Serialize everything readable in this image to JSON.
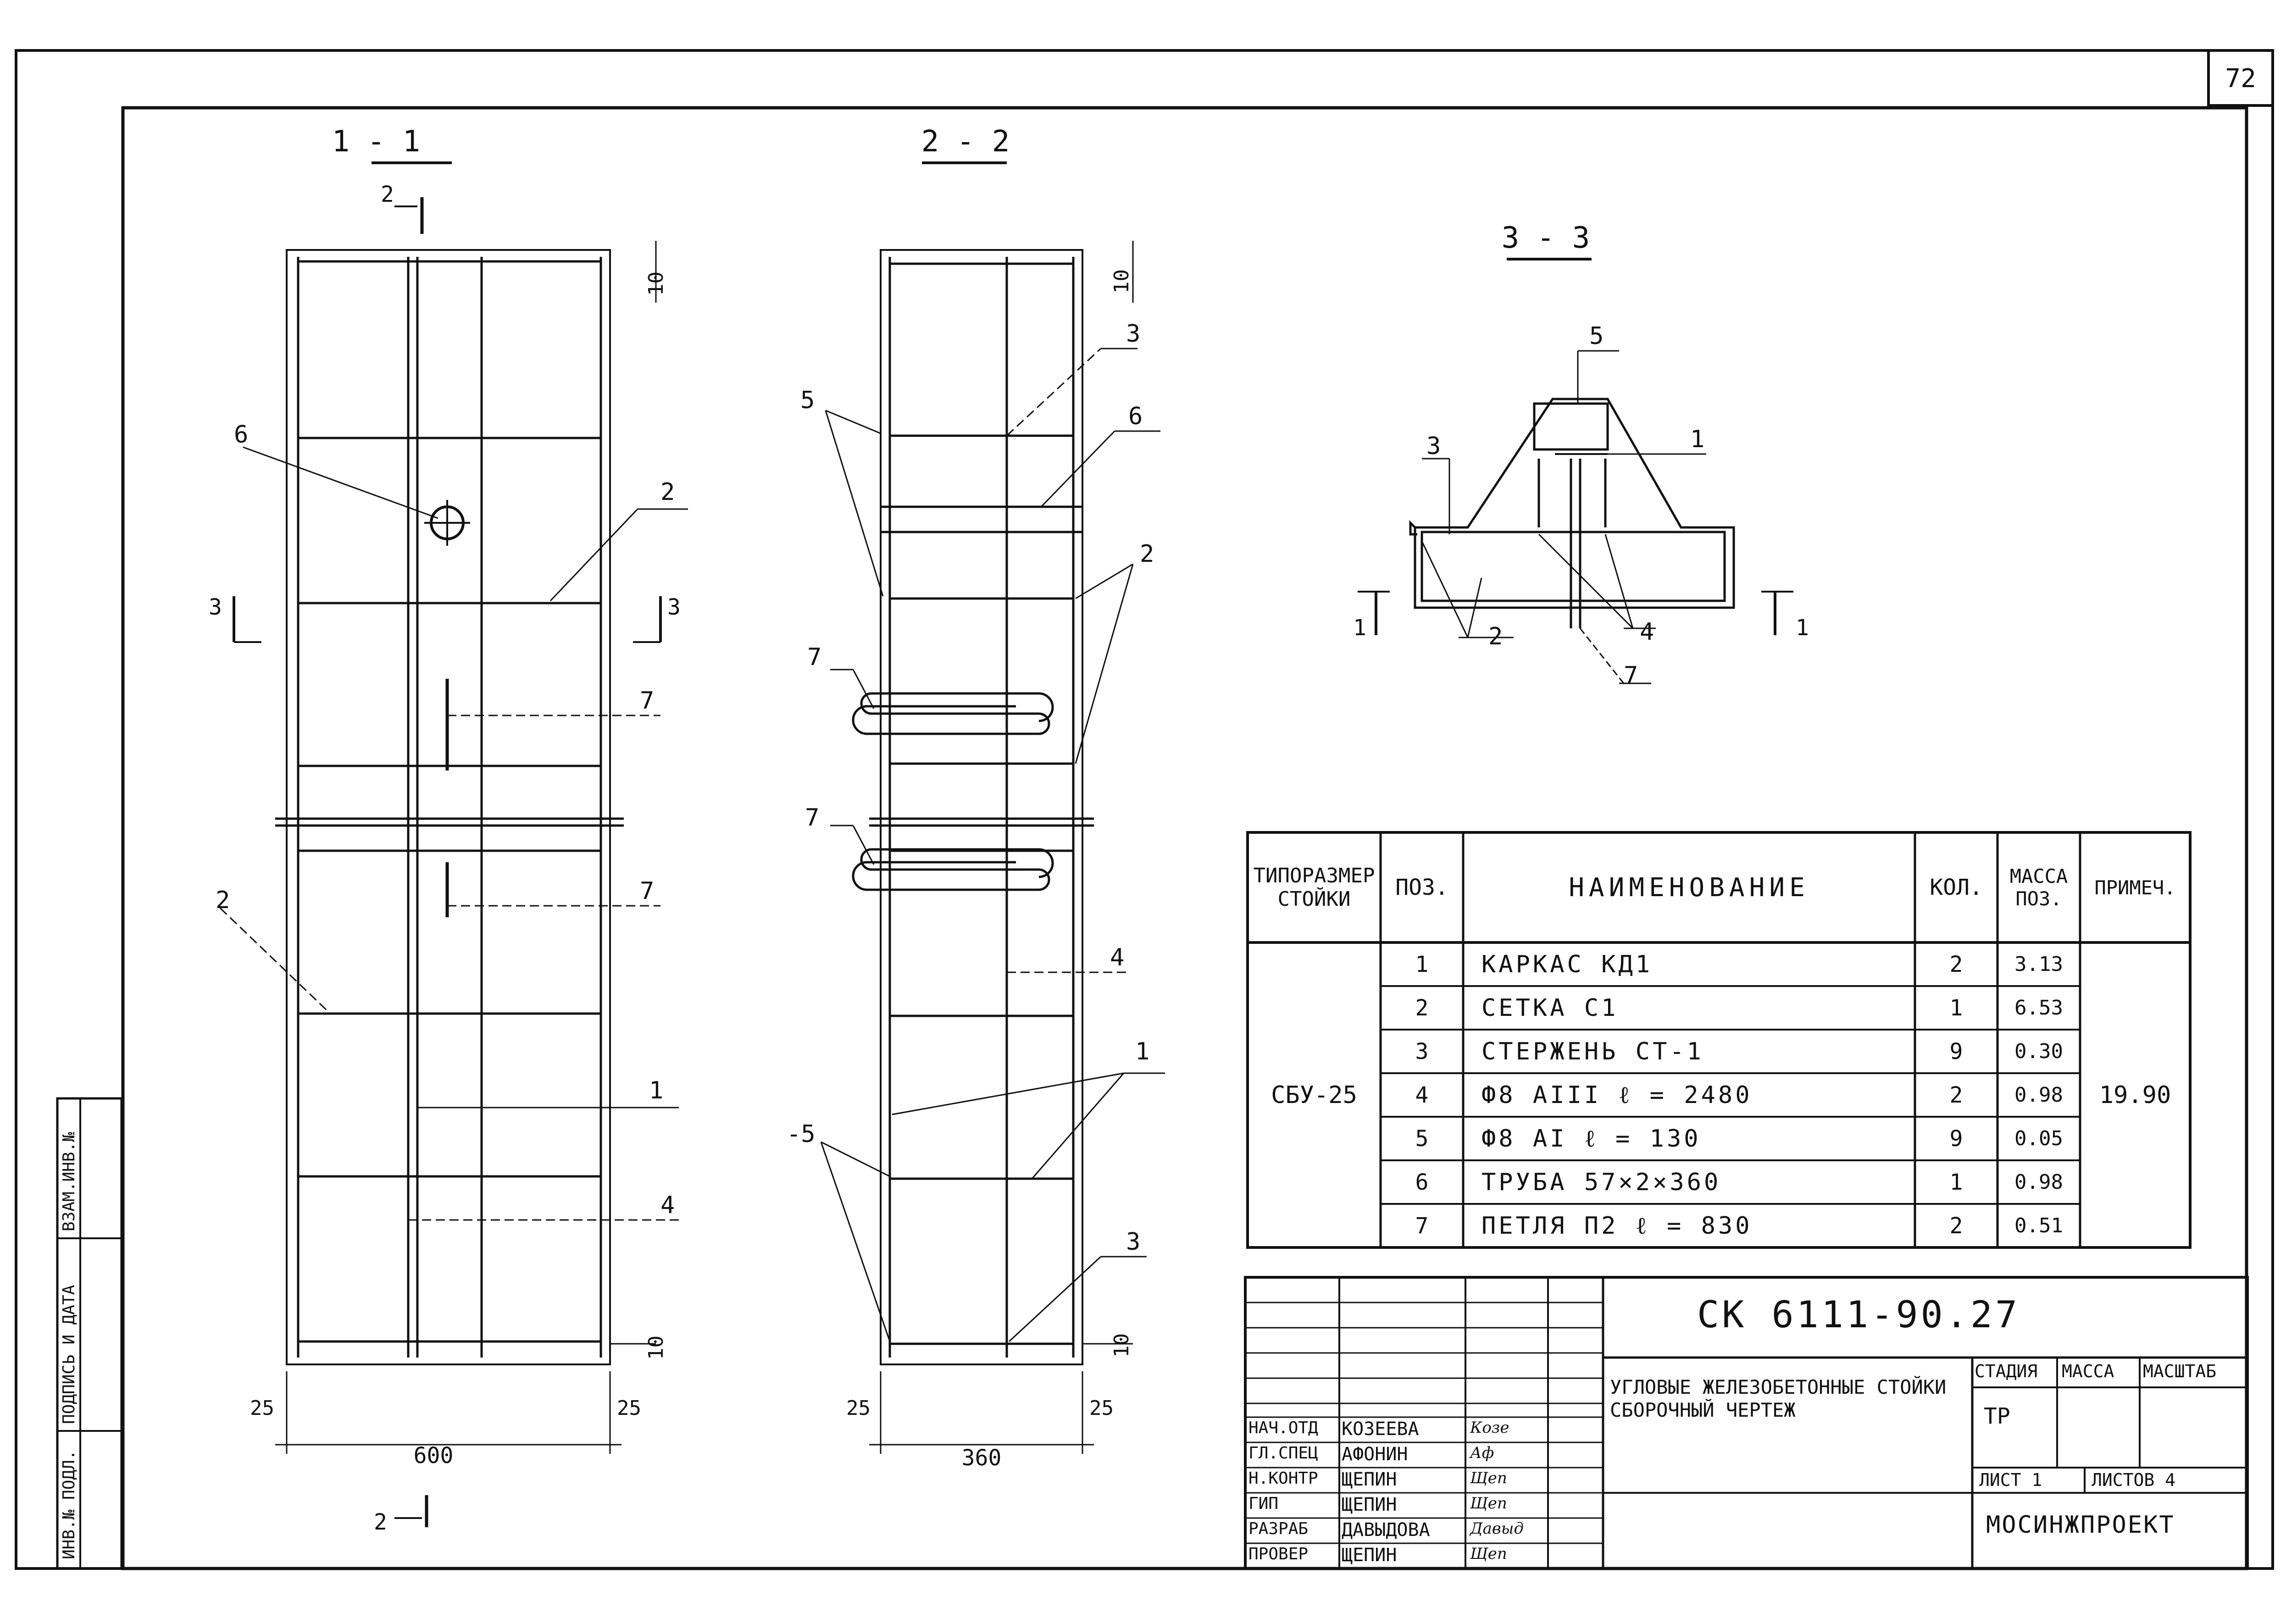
{
  "sheet_number": "72",
  "sections": {
    "s11": "1 - 1",
    "s22": "2 - 2",
    "s33": "3 - 3"
  },
  "view1": {
    "cut_top": "2",
    "cut_bottom": "2",
    "cut_left": "3",
    "cut_right": "3",
    "callouts": [
      "6",
      "2",
      "7",
      "2",
      "7",
      "1",
      "4"
    ],
    "dim_top": "10",
    "dim_bottom": "10",
    "dim_left": "25",
    "dim_right": "25",
    "dim_width": "600"
  },
  "view2": {
    "callouts": [
      "3",
      "5",
      "6",
      "2",
      "7",
      "7",
      "4",
      "1",
      "-5",
      "3"
    ],
    "dim_top": "10",
    "dim_bottom": "10",
    "dim_left": "25",
    "dim_right": "25",
    "dim_width": "360"
  },
  "view3": {
    "callouts": [
      "5",
      "1",
      "3",
      "2",
      "4",
      "7"
    ],
    "cut_left": "1",
    "cut_right": "1"
  },
  "spec_table": {
    "headers": [
      "ТИПОРАЗМЕР СТОЙКИ",
      "ПОЗ.",
      "НАИМЕНОВАНИЕ",
      "КОЛ.",
      "МАССА ПОЗ.",
      "ПРИМЕЧ."
    ],
    "type_size": "СБУ-25",
    "rows": [
      {
        "pos": "1",
        "name": "КАРКАС КД1",
        "qty": "2",
        "mass": "3.13"
      },
      {
        "pos": "2",
        "name": "СЕТКА С1",
        "qty": "1",
        "mass": "6.53"
      },
      {
        "pos": "3",
        "name": "СТЕРЖЕНЬ СТ-1",
        "qty": "9",
        "mass": "0.30"
      },
      {
        "pos": "4",
        "name": "Ф8 АIII  ℓ = 2480",
        "qty": "2",
        "mass": "0.98"
      },
      {
        "pos": "5",
        "name": "Ф8 АI   ℓ = 130",
        "qty": "9",
        "mass": "0.05"
      },
      {
        "pos": "6",
        "name": "ТРУБА 57×2×360",
        "qty": "1",
        "mass": "0.98"
      },
      {
        "pos": "7",
        "name": "ПЕТЛЯ П2  ℓ = 830",
        "qty": "2",
        "mass": "0.51"
      }
    ],
    "note": "19.90"
  },
  "title_block": {
    "doc_code": "СК 6111-90.27",
    "title": "УГЛОВЫЕ ЖЕЛЕЗОБЕТОННЫЕ СТОЙКИ СБОРОЧНЫЙ ЧЕРТЕЖ",
    "stage_header": "СТАДИЯ",
    "mass_header": "МАССА",
    "scale_header": "МАСШТАБ",
    "stage": "ТР",
    "sheet": "ЛИСТ 1",
    "sheets": "ЛИСТОВ 4",
    "org": "МОСИНЖПРОЕКТ",
    "people": [
      {
        "role": "НАЧ.ОТД",
        "name": "КОЗЕЕВА",
        "sign": "Козе"
      },
      {
        "role": "ГЛ.СПЕЦ",
        "name": "АФОНИН",
        "sign": "Аф"
      },
      {
        "role": "Н.КОНТР",
        "name": "ЩЕПИН",
        "sign": "Щеп"
      },
      {
        "role": "ГИП",
        "name": "ЩЕПИН",
        "sign": "Щеп"
      },
      {
        "role": "РАЗРАБ",
        "name": "ДАВЫДОВА",
        "sign": "Давыд"
      },
      {
        "role": "ПРОВЕР",
        "name": "ЩЕПИН",
        "sign": "Щеп"
      }
    ]
  },
  "side_stamp": [
    "ИНВ.№ ПОДЛ.",
    "ПОДПИСЬ И ДАТА",
    "ВЗАМ.ИНВ.№"
  ]
}
